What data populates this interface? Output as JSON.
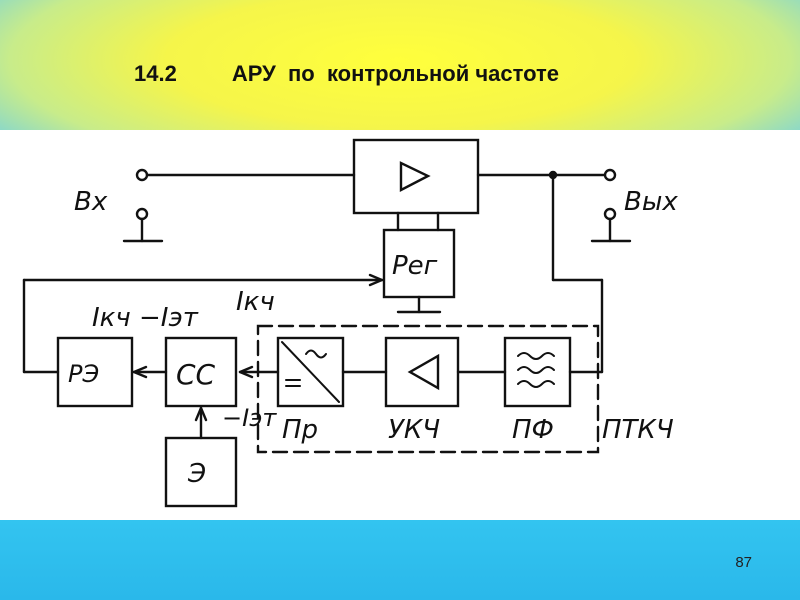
{
  "slide": {
    "title": "14.2         АРУ  по  контрольной частоте",
    "page_number": "87"
  },
  "diagram": {
    "labels": {
      "input": "Вх",
      "output": "Вых",
      "regulator": "Рег",
      "re": "РЭ",
      "ss": "СС",
      "e": "Э",
      "pr": "Пр",
      "ukch": "УКЧ",
      "pf": "ПФ",
      "ptkch": "ПТКЧ",
      "i_kch_left": "Iкч −Iэт",
      "i_kch_right": "Iкч",
      "i_et": "−Iэт"
    },
    "icons": [
      "amplifier-triangle-icon",
      "converter-icon",
      "amplifier-triangle-left-icon",
      "bandpass-filter-icon"
    ],
    "colors": {
      "header_yellow": "#ffff3c",
      "footer_blue": "#33c4f0",
      "line": "#111111"
    }
  }
}
